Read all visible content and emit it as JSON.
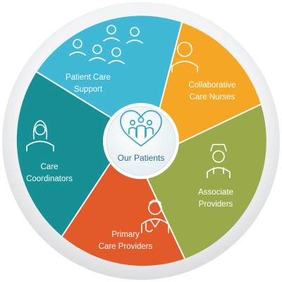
{
  "center": {
    "label": "Our Patients",
    "icon": "heart-people-icon"
  },
  "segments": [
    {
      "id": "patient-care-support",
      "lines": [
        "Patient Care",
        "Support"
      ],
      "color": "#3fb9d6",
      "icon": "team-icon"
    },
    {
      "id": "collaborative-care-nurses",
      "lines": [
        "Collaborative",
        "Care Nurses"
      ],
      "color": "#f5a623",
      "icon": "person-icon"
    },
    {
      "id": "associate-providers",
      "lines": [
        "Associate",
        "Providers"
      ],
      "color": "#9aaa4a",
      "icon": "nurse-icon"
    },
    {
      "id": "primary-care-providers",
      "lines": [
        "Primary",
        "Care Providers"
      ],
      "color": "#e35a2a",
      "icon": "doctor-icon"
    },
    {
      "id": "care-coordinators",
      "lines": [
        "Care",
        "Coordinators"
      ],
      "color": "#169094",
      "icon": "woman-icon"
    }
  ]
}
